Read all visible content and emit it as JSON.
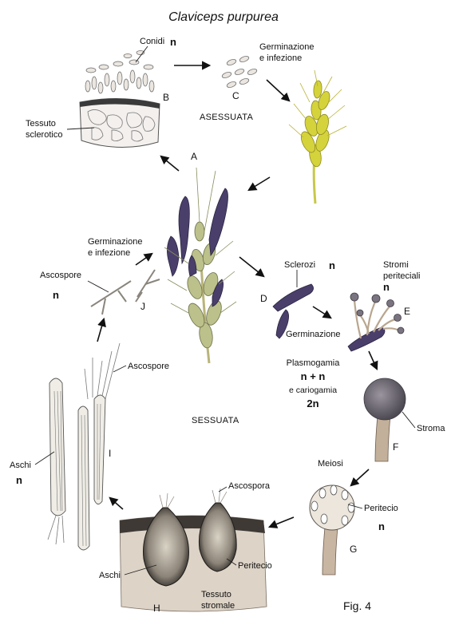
{
  "title": "Claviceps purpurea",
  "figure_label": "Fig. 4",
  "phases": {
    "asexual": "ASESSUATA",
    "sexual": "SESSUATA"
  },
  "stages": {
    "A": "A",
    "B": "B",
    "C": "C",
    "D": "D",
    "E": "E",
    "F": "F",
    "G": "G",
    "H": "H",
    "I": "I",
    "J": "J"
  },
  "labels": {
    "conidi": "Conidi",
    "germ_c_1": "Germinazione",
    "germ_c_2": "e infezione",
    "tessuto_scl_1": "Tessuto",
    "tessuto_scl_2": "sclerotico",
    "sclerozi": "Sclerozi",
    "stromi_1": "Stromi",
    "stromi_2": "periteciali",
    "germinazione_d": "Germinazione",
    "plasmogamia": "Plasmogamia",
    "cariogamia": "e cariogamia",
    "stroma": "Stroma",
    "meiosi": "Meiosi",
    "peritecio_g": "Peritecio",
    "ascospora_h": "Ascospora",
    "peritecio_h": "Peritecio",
    "aschi_h": "Aschi",
    "tessuto_str_1": "Tessuto",
    "tessuto_str_2": "stromale",
    "aschi_i": "Aschi",
    "ascospore_i": "Ascospore",
    "germ_j_1": "Germinazione",
    "germ_j_2": "e infezione",
    "ascospore_j": "Ascospore"
  },
  "ploidy": {
    "conidi": "n",
    "sclerozi": "n",
    "stromi": "n",
    "plasmogamia": "n + n",
    "cariogamia": "2n",
    "peritecio_g": "n",
    "aschi_i": "n",
    "ascospore_j": "n"
  },
  "colors": {
    "wheat_green": "#c9c93a",
    "sclerotium_purple": "#4a3f6b",
    "stalk": "#b9a68f",
    "stroma_head": "#6f6a72"
  }
}
